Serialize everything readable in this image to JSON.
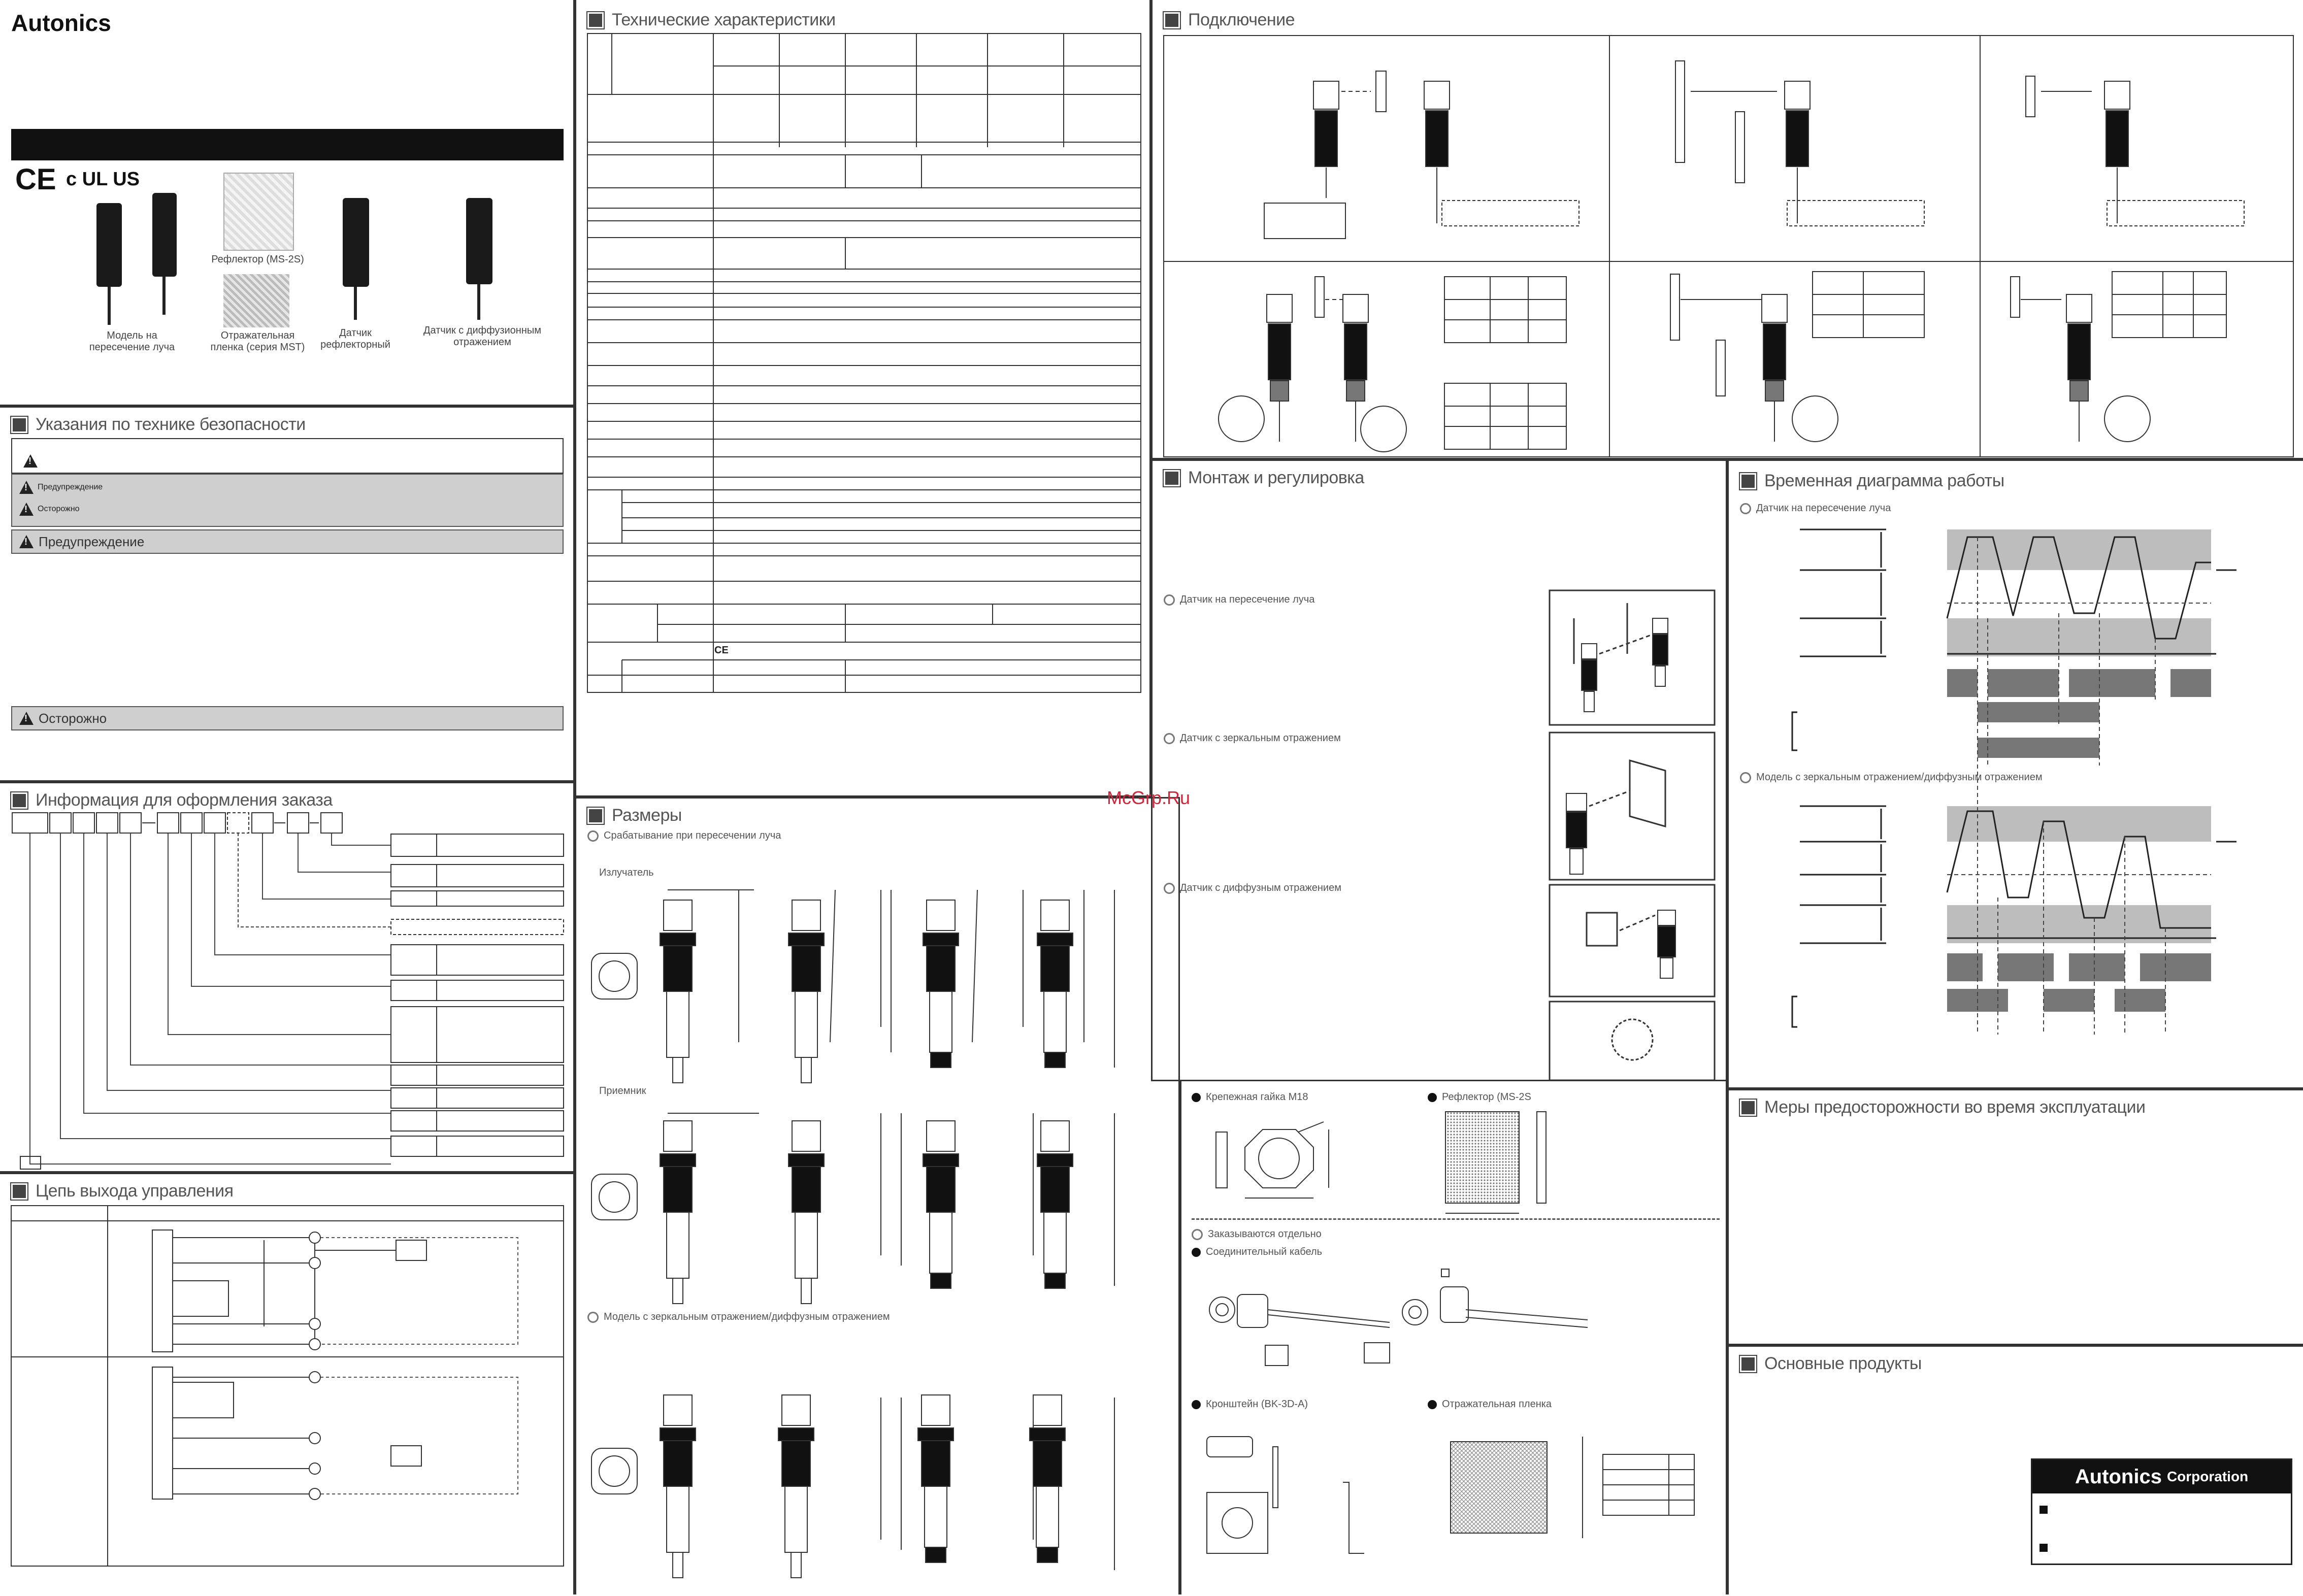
{
  "brand": {
    "logo": "Autonics",
    "corporation_logo": "Autonics",
    "corporation_suffix": "Corporation",
    "cert_ce": "CE",
    "cert_ul": "c UL US"
  },
  "products": {
    "items": [
      {
        "label": "Модель на\nпересечение луча"
      },
      {
        "label": "Рефлектор (MS-2S)"
      },
      {
        "label": "Отражательная\nпленка (серия MST)"
      },
      {
        "label": "Датчик\nрефлекторный"
      },
      {
        "label": "Датчик с диффузионным\nотражением"
      }
    ]
  },
  "sections": {
    "safety": "Указания по технике безопасности",
    "ordering": "Информация для оформления заказа",
    "control_output": "Цепь выхода управления",
    "specs": "Технические характеристики",
    "dimensions": "Размеры",
    "connection": "Подключение",
    "mounting": "Монтаж и регулировка",
    "timing": "Временная диаграмма работы",
    "precautions": "Меры предосторожности во время эксплуатации",
    "main_products": "Основные продукты"
  },
  "safety": {
    "warning_small": "Предупреждение",
    "caution_small": "Осторожно",
    "warning_bar": "Предупреждение",
    "caution_bar": "Осторожно"
  },
  "dimensions": {
    "through_beam": "Срабатывание при пересечении луча",
    "emitter": "Излучатель",
    "receiver": "Приемник",
    "mirror_diffuse": "Модель с зеркальным отражением/диффузным отражением"
  },
  "mounting": {
    "through_beam": "Датчик на пересечение луча",
    "mirror": "Датчик с зеркальным отражением",
    "diffuse": "Датчик с диффузным отражением"
  },
  "timing": {
    "through_beam": "Датчик на пересечение луча",
    "mirror_diffuse": "Модель с зеркальным отражением/диффузным отражением"
  },
  "accessories": {
    "nut": "Крепежная гайка M18",
    "reflector": "Рефлектор (MS-2S",
    "ordered_separately": "Заказываются отдельно",
    "cable": "Соединительный кабель",
    "bracket": "Кронштейн (BK-3D-A)",
    "film": "Отражательная пленка"
  },
  "watermark": "McGrp.Ru"
}
